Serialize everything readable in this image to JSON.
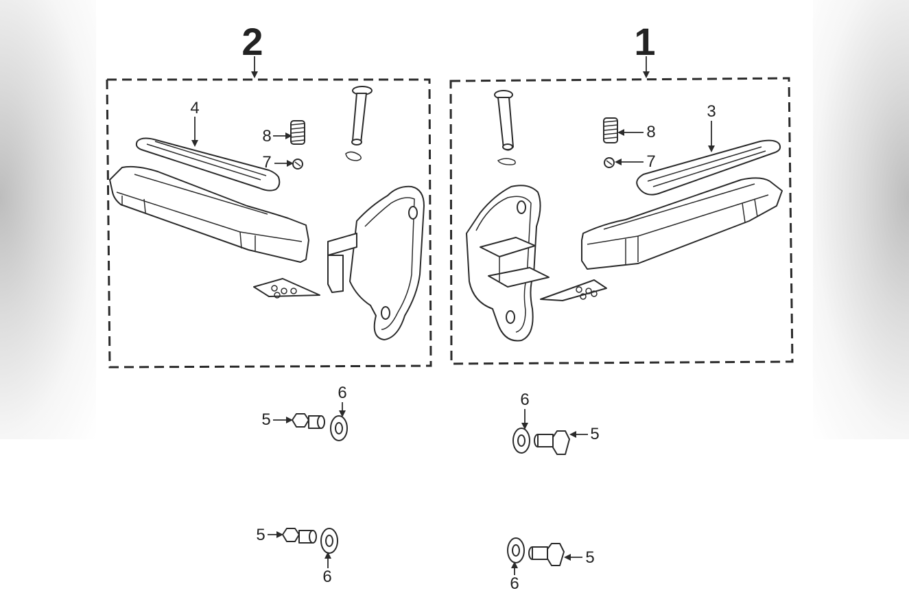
{
  "assemblies": {
    "left_label": "2",
    "right_label": "1"
  },
  "callouts": {
    "c3": "3",
    "c4": "4",
    "c5": "5",
    "c6": "6",
    "c7": "7",
    "c8": "8"
  },
  "colors": {
    "line": "#2a2a2a",
    "background": "#ffffff"
  }
}
